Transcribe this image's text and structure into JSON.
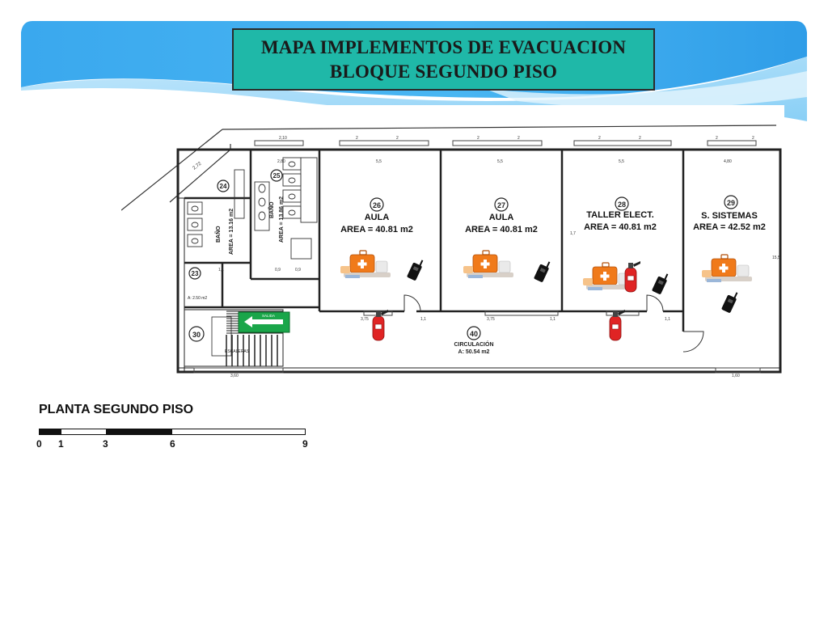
{
  "title": {
    "line1": "MAPA IMPLEMENTOS DE EVACUACION",
    "line2": "BLOQUE SEGUNDO PISO"
  },
  "colors": {
    "banner_blue": "#2196e6",
    "title_fill": "#1fb8a8",
    "extinguisher": "#e02424",
    "kit_orange": "#f07a1a",
    "exit_green": "#1aa64a"
  },
  "rooms": [
    {
      "number": "26",
      "name": "AULA",
      "area": "AREA = 40.81 m2"
    },
    {
      "number": "27",
      "name": "AULA",
      "area": "AREA = 40.81 m2"
    },
    {
      "number": "28",
      "name": "TALLER ELECT.",
      "area": "AREA = 40.81 m2"
    },
    {
      "number": "29",
      "name": "S. SISTEMAS",
      "area": "AREA = 42.52 m2"
    }
  ],
  "restrooms": [
    {
      "number": "24",
      "name": "BAÑO",
      "area": "AREA = 13.16 m2"
    },
    {
      "number": "25",
      "name": "BAÑO",
      "area": "AREA = 13.86 m2"
    }
  ],
  "small_rooms": [
    {
      "number": "23",
      "area": "A: 2.50 m2"
    },
    {
      "number": "30",
      "name": "ESCALERAS"
    }
  ],
  "circulation": {
    "number": "40",
    "name": "CIRCULACIÓN",
    "area": "A: 50.54 m2"
  },
  "exit_sign": "SALIDA",
  "dims": {
    "d1": "2",
    "d2": "5,5",
    "d3": "2,10",
    "d4": "2,80",
    "d5": "3,75",
    "d6": "1,1",
    "d7": "4,80",
    "d8": "1,60",
    "d9": "3,60",
    "d10": "1,7",
    "d11": "0,9",
    "d12": "2,72",
    "d13": "15,5",
    "d14": "1,80"
  },
  "caption": "PLANTA SEGUNDO PISO",
  "scale_labels": [
    "0",
    "1",
    "3",
    "6",
    "9"
  ]
}
